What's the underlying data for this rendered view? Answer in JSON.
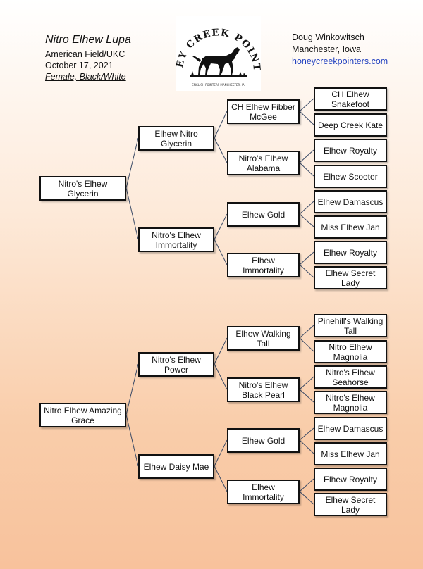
{
  "header": {
    "name": "Nitro Elhew Lupa",
    "registry": "American Field/UKC",
    "date": "October 17, 2021",
    "sex_color": "Female, Black/White",
    "owner": "Doug Winkowitsch",
    "location": "Manchester, Iowa",
    "website": "honeycreekpointers.com"
  },
  "logo": {
    "text": "HONEY CREEK POINTERS",
    "subtext": "ENGLISH POINTERS   MANCHESTER, IA",
    "icon": "pointer-dog-icon"
  },
  "colors": {
    "link": "#1f3fbf",
    "box_border": "#111111",
    "connector": "#3a4a66"
  },
  "pedigree": {
    "sire": "Nitro's Elhew Glycerin",
    "dam": "Nitro Elhew Amazing Grace",
    "sire_sire": "Elhew Nitro Glycerin",
    "sire_dam": "Nitro's Elhew Immortality",
    "dam_sire": "Nitro's Elhew Power",
    "dam_dam": "Elhew Daisy Mae",
    "g3": [
      "CH Elhew Fibber McGee",
      "Nitro's Elhew Alabama",
      "Elhew Gold",
      "Elhew Immortality",
      "Elhew Walking Tall",
      "Nitro's Elhew Black Pearl",
      "Elhew Gold",
      "Elhew Immortality"
    ],
    "g4": [
      "CH Elhew Snakefoot",
      "Deep Creek Kate",
      "Elhew Royalty",
      "Elhew Scooter",
      "Elhew Damascus",
      "Miss Elhew Jan",
      "Elhew Royalty",
      "Elhew Secret Lady",
      "Pinehill's Walking Tall",
      "Nitro Elhew Magnolia",
      "Nitro's Elhew Seahorse",
      "Nitro's Elhew Magnolia",
      "Elhew Damascus",
      "Miss Elhew Jan",
      "Elhew Royalty",
      "Elhew Secret Lady"
    ]
  }
}
